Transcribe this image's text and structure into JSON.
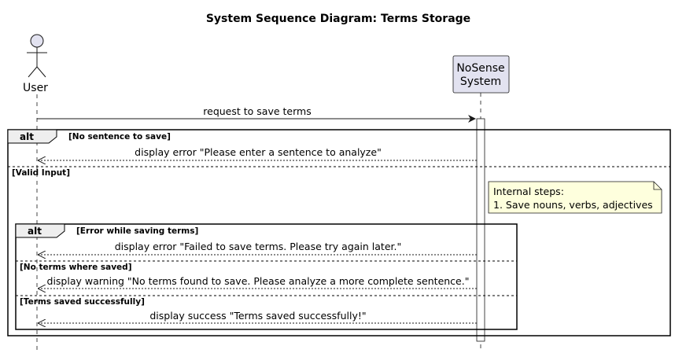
{
  "title": "System Sequence Diagram: Terms Storage",
  "participants": {
    "user": {
      "label": "User"
    },
    "system": {
      "label_line1": "NoSense",
      "label_line2": "System"
    }
  },
  "messages": {
    "request": "request to save terms",
    "error_no_sentence": "display error \"Please enter a sentence to analyze\"",
    "error_save_failed": "display error \"Failed to save terms. Please try again later.\"",
    "warning_no_terms": "display warning \"No terms found to save. Please analyze a more complete sentence.\"",
    "success": "display success \"Terms saved successfully!\""
  },
  "outer_alt": {
    "keyword": "alt",
    "guard_1": "[No sentence to save]",
    "guard_2": "[Valid Input]"
  },
  "inner_alt": {
    "keyword": "alt",
    "guard_1": "[Error while saving terms]",
    "guard_2": "[No terms where saved]",
    "guard_3": "[Terms saved successfully]"
  },
  "note": {
    "line1": "Internal steps:",
    "line2": "1. Save nouns, verbs, adjectives"
  },
  "colors": {
    "participant_fill": "#E2E2F0",
    "participant_stroke": "#181818",
    "note_fill": "#FEFFDD",
    "frame_tab_fill": "#EEEEEE",
    "lifeline": "#181818"
  }
}
